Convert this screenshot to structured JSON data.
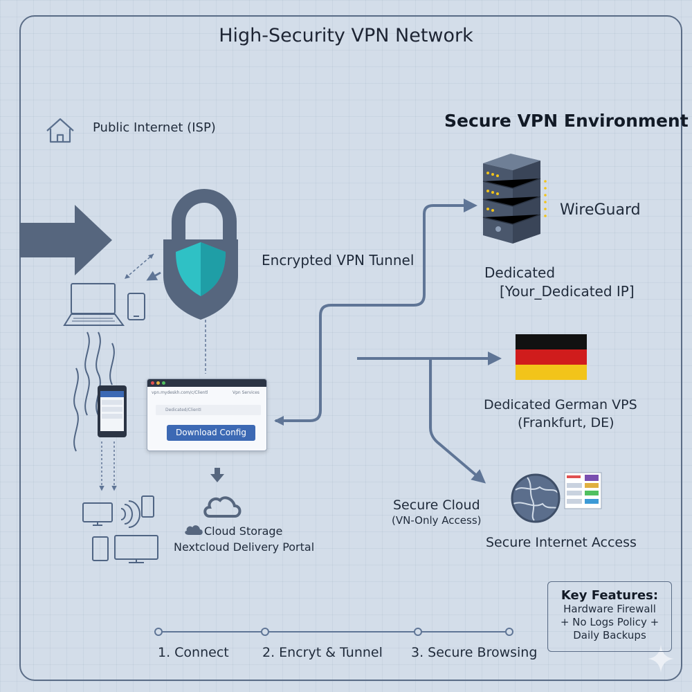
{
  "title": "High-Security VPN Network",
  "environment_title": "Secure VPN Environment",
  "isp_label": "Public Internet (ISP)",
  "tunnel_label": "Encrypted VPN Tunnel",
  "wireguard_label": "WireGuard",
  "dedicated_ip_line1": "Dedicated",
  "dedicated_ip_line2": "[Your_Dedicated IP]",
  "vps_line1": "Dedicated German VPS",
  "vps_line2": "(Frankfurt, DE)",
  "cloud_line1": "Secure Cloud",
  "cloud_line2": "(VN-Only Access)",
  "internet_access_label": "Secure Internet Access",
  "cloud_storage_label": "Cloud Storage",
  "nextcloud_label": "Nextcloud Delivery Portal",
  "portal": {
    "url": "vpn.mydeskh.com/c/Clientl",
    "side_label": "Vpn Services",
    "field": "Dedicated/ClientI",
    "button_label": "Download Config"
  },
  "steps": [
    "1. Connect",
    "2. Encryt & Tunnel",
    "3. Secure Browsing"
  ],
  "key_features": {
    "heading": "Key Features:",
    "items": [
      "Hardware Firewall",
      "+ No Logs Policy +",
      "Daily Backups"
    ]
  },
  "colors": {
    "background": "#d3dde9",
    "line": "#5f7596",
    "lock": "#56667e",
    "shield": "#2fc1c5",
    "button": "#3c69b4",
    "flag_black": "#111111",
    "flag_red": "#d01c1c",
    "flag_gold": "#f2c41a"
  },
  "icons": [
    "home-icon",
    "padlock-shield-icon",
    "laptop-icon",
    "smartphone-icon",
    "server-rack-icon",
    "germany-flag-icon",
    "globe-icon",
    "cloud-icon",
    "monitor-icon",
    "tablet-icon",
    "wifi-signal-icon",
    "sparkle-icon"
  ]
}
